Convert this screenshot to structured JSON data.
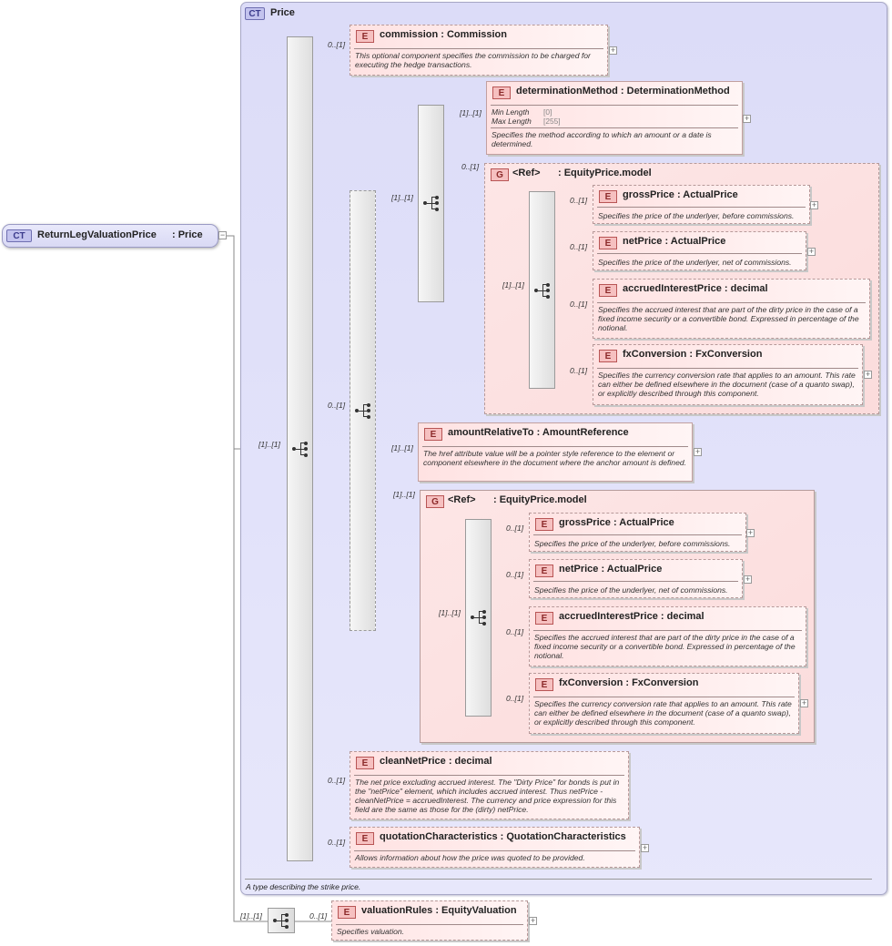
{
  "root": {
    "badge": "CT",
    "name": "ReturnLegValuationPrice",
    "type": ": Price"
  },
  "complex_type": {
    "badge": "CT",
    "name": "Price",
    "description": "A type describing the strike price."
  },
  "occurrences": {
    "zero_one": "0..[1]",
    "one_one": "[1]..[1]"
  },
  "elements": {
    "commission": {
      "badge": "E",
      "name": "commission",
      "type": ": Commission",
      "description": "This optional component specifies the commission to be charged for executing the hedge transactions."
    },
    "determination_method": {
      "badge": "E",
      "name": "determinationMethod",
      "type": ": DeterminationMethod",
      "facets": [
        {
          "label": "Min Length",
          "value": "[0]"
        },
        {
          "label": "Max Length",
          "value": "[255]"
        }
      ],
      "description": "Specifies the method according to which an amount or a date is determined."
    },
    "amount_relative_to": {
      "badge": "E",
      "name": "amountRelativeTo",
      "type": ": AmountReference",
      "description": "The href attribute value will be a pointer style reference to the element or component elsewhere in the document where the anchor amount is defined."
    },
    "clean_net_price": {
      "badge": "E",
      "name": "cleanNetPrice",
      "type": ": decimal",
      "description": "The net price excluding accrued interest. The \"Dirty Price\" for bonds is put in the \"netPrice\" element, which includes accrued interest. Thus netPrice - cleanNetPrice = accruedInterest. The currency and price expression for this field are the same as those for the (dirty) netPrice."
    },
    "quotation_characteristics": {
      "badge": "E",
      "name": "quotationCharacteristics",
      "type": ": QuotationCharacteristics",
      "description": "Allows information about how the price was quoted to be provided."
    },
    "valuation_rules": {
      "badge": "E",
      "name": "valuationRules",
      "type": ": EquityValuation",
      "description": "Specifies valuation."
    }
  },
  "group": {
    "badge": "G",
    "ref": "<Ref>",
    "name": ": EquityPrice.model",
    "items": {
      "gross_price": {
        "badge": "E",
        "name": "grossPrice",
        "type": ": ActualPrice",
        "description": "Specifies the price of the underlyer, before commissions."
      },
      "net_price": {
        "badge": "E",
        "name": "netPrice",
        "type": ": ActualPrice",
        "description": "Specifies the price of the underlyer, net of commissions."
      },
      "accrued_interest_price": {
        "badge": "E",
        "name": "accruedInterestPrice",
        "type": ": decimal",
        "description": "Specifies the accrued interest that are part of the dirty price in the case of a fixed income security or a convertible bond. Expressed in percentage of the notional."
      },
      "fx_conversion": {
        "badge": "E",
        "name": "fxConversion",
        "type": ": FxConversion",
        "description": "Specifies the currency conversion rate that applies to an amount. This rate can either be defined elsewhere in the document (case of a quanto swap), or explicitly described through this component."
      }
    }
  }
}
